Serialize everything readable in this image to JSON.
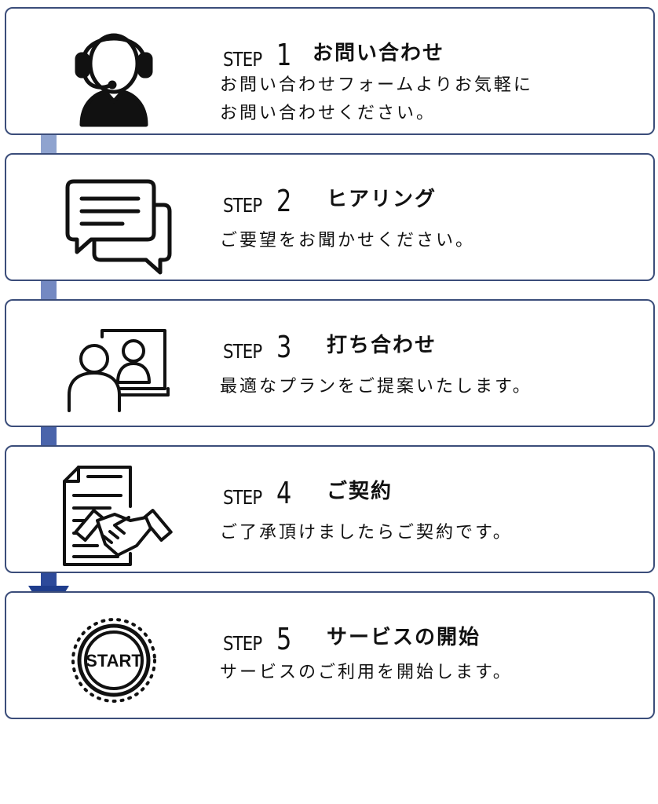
{
  "colors": {
    "card_border": "#3b4d7a",
    "connector_1": "#8fa3cf",
    "connector_2": "#7489c2",
    "connector_3": "#4a64ab",
    "connector_4": "#2d4a9a",
    "arrow": "#1f3d8c"
  },
  "steps": [
    {
      "label": "STEP",
      "number": "1",
      "title": "お問い合わせ",
      "description_lines": [
        "お問い合わせフォームよりお気軽に",
        "お問い合わせください。"
      ],
      "icon": "headset-operator-icon"
    },
    {
      "label": "STEP",
      "number": "2",
      "title": "ヒアリング",
      "description_lines": [
        "ご要望をお聞かせください。"
      ],
      "icon": "chat-bubbles-icon"
    },
    {
      "label": "STEP",
      "number": "3",
      "title": "打ち合わせ",
      "description_lines": [
        "最適なプランをご提案いたします。"
      ],
      "icon": "video-meeting-icon"
    },
    {
      "label": "STEP",
      "number": "4",
      "title": "ご契約",
      "description_lines": [
        "ご了承頂けましたらご契約です。"
      ],
      "icon": "contract-handshake-icon"
    },
    {
      "label": "STEP",
      "number": "5",
      "title": "サービスの開始",
      "description_lines": [
        "サービスのご利用を開始します。"
      ],
      "icon": "start-button-icon",
      "icon_text": "START"
    }
  ]
}
